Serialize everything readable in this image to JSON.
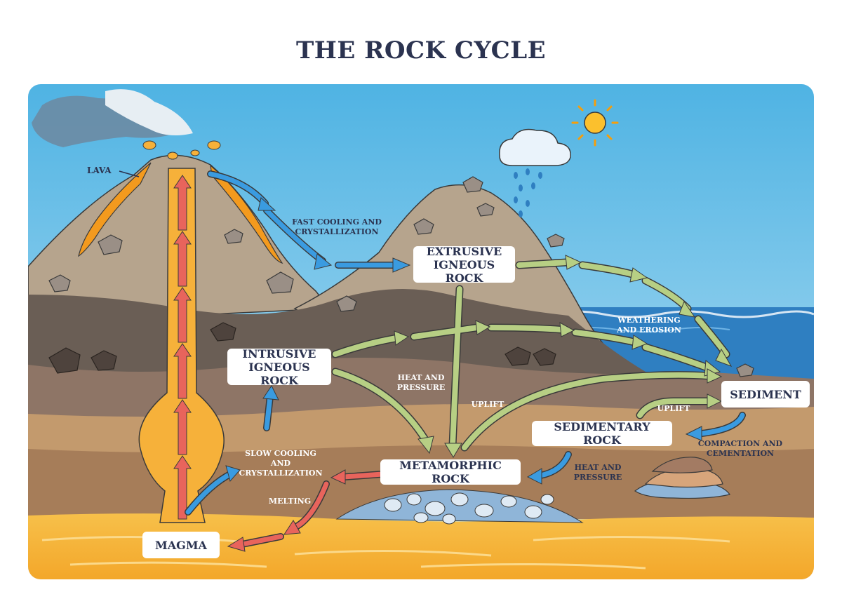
{
  "title": "THE ROCK CYCLE",
  "labels": {
    "lava": "LAVA",
    "extrusive": "EXTRUSIVE\nIGNEOUS ROCK",
    "intrusive": "INTRUSIVE\nIGNEOUS ROCK",
    "metamorphic": "METAMORPHIC ROCK",
    "sedimentary": "SEDIMENTARY ROCK",
    "sediment": "SEDIMENT",
    "magma": "MAGMA"
  },
  "notes": {
    "fast_cooling": "FAST COOLING AND\nCRYSTALLIZATION",
    "weathering": "WEATHERING\nAND EROSION",
    "heat_pressure_1": "HEAT AND\nPRESSURE",
    "uplift_1": "UPLIFT",
    "uplift_2": "UPLIFT",
    "slow_cooling": "SLOW COOLING\nAND CRYSTALLIZATION",
    "compaction": "COMPACTION AND\nCEMENTATION",
    "heat_pressure_2": "HEAT AND\nPRESSURE",
    "melting": "MELTING"
  },
  "colors": {
    "sky": "#5bb8e6",
    "sea": "#2f7fc1",
    "magma": "#f6b13a",
    "lava": "#f39a1e",
    "green_arrow": "#b7cf84",
    "blue_arrow": "#3a9be0",
    "red_arrow": "#e8645c",
    "label_text": "#2b3350"
  }
}
